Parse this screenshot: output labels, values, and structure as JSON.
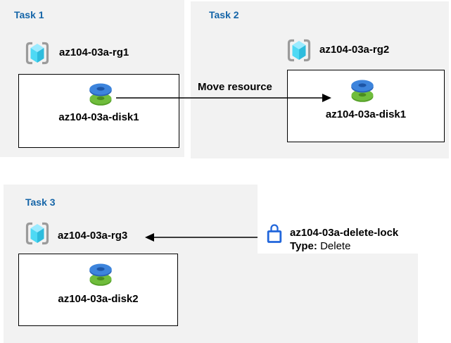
{
  "colors": {
    "panel_bg": "#F2F2F2",
    "heading_blue": "#1565A8",
    "label_black": "#000000",
    "lock_blue": "#2166DB",
    "rg_bracket_gray": "#9B9B9B",
    "rg_cube_top": "#9BEBFF",
    "rg_cube_left": "#4ED9F4",
    "rg_cube_right": "#2EBCDD",
    "disk_blue_top": "#3D84DC",
    "disk_blue_side": "#2A63B8",
    "disk_blue_hole": "#1D55A6",
    "disk_green_top": "#70BD3C",
    "disk_green_side": "#55A028",
    "disk_green_hole": "#4A8C1F",
    "arrow_black": "#000000"
  },
  "tasks": [
    {
      "title": "Task 1",
      "resource_group": "az104-03a-rg1",
      "resource": "az104-03a-disk1"
    },
    {
      "title": "Task 2",
      "resource_group": "az104-03a-rg2",
      "resource": "az104-03a-disk1"
    },
    {
      "title": "Task 3",
      "resource_group": "az104-03a-rg3",
      "resource": "az104-03a-disk2"
    }
  ],
  "move_arrow": {
    "label": "Move resource"
  },
  "lock": {
    "name": "az104-03a-delete-lock",
    "type_label": "Type:",
    "type_value": "Delete"
  },
  "icons": {
    "resource_group": "resource-group-icon",
    "disk": "disk-icon",
    "lock": "lock-icon"
  }
}
